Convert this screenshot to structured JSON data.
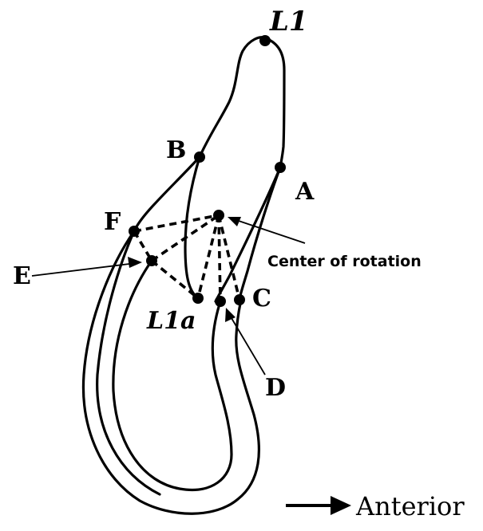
{
  "labels": {
    "L1": "L1",
    "A": "A",
    "B": "B",
    "C": "C",
    "D": "D",
    "E": "E",
    "F": "F",
    "L1a": "L1a",
    "center_of_rotation": "Center of rotation",
    "anterior": "Anterior"
  }
}
